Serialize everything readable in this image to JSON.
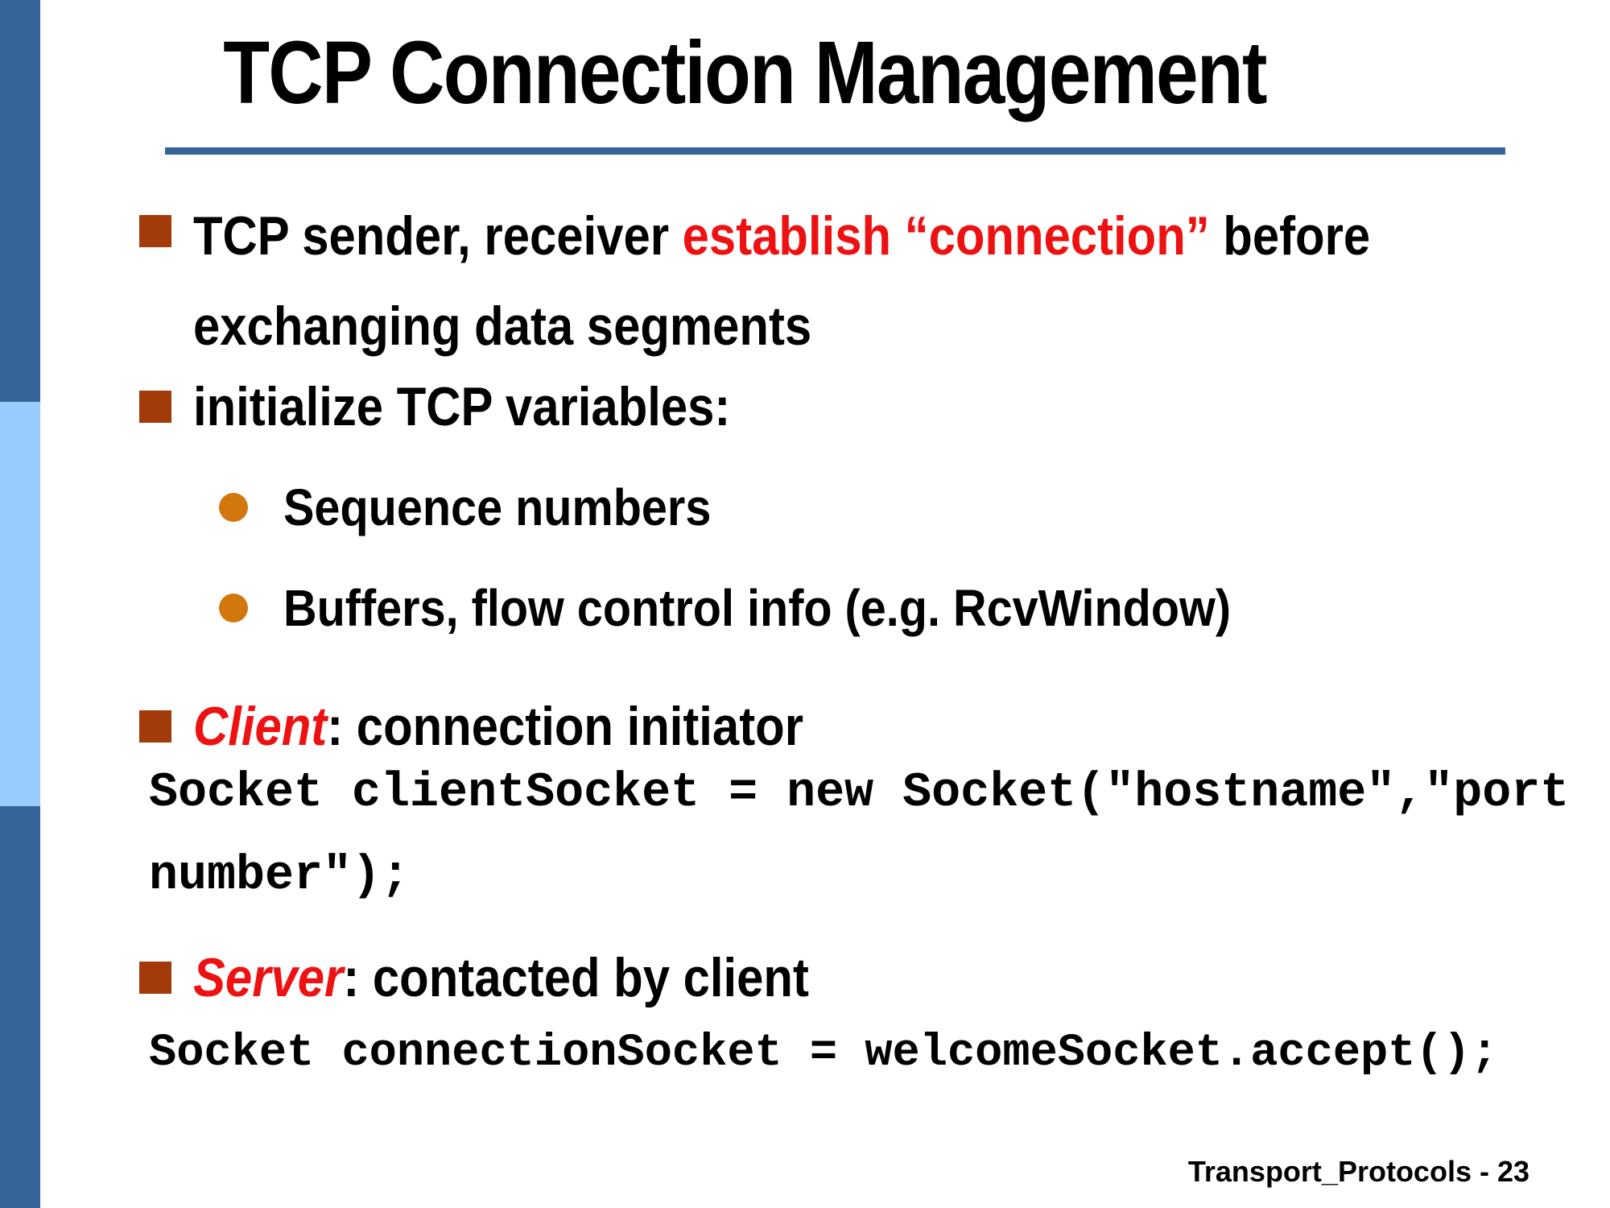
{
  "title": "TCP Connection Management",
  "bullets": {
    "b1": {
      "pre": "TCP sender, receiver ",
      "red": "establish “connection”",
      "post": " before",
      "line2": "exchanging data segments"
    },
    "b2": {
      "text": "initialize TCP variables:"
    },
    "sub1": {
      "text": "Sequence numbers"
    },
    "sub2": {
      "text": "Buffers, flow control info (e.g. RcvWindow)"
    },
    "b3": {
      "red": "Client",
      "rest": ": connection initiator"
    },
    "b4": {
      "red": "Server",
      "rest": ": contacted by client"
    }
  },
  "code": {
    "client_line1": "Socket clientSocket = new Socket(\"hostname\",\"port",
    "client_line2": "number\");",
    "server_line": "Socket connectionSocket = welcomeSocket.accept();"
  },
  "footer": {
    "text": "Transport_Protocols - 23",
    "page_number": "23"
  },
  "colors": {
    "sidebar_dark_blue": "#35639A",
    "sidebar_light_blue": "#99CBFC",
    "title_rule_blue": "#35639A",
    "bullet_square_rust": "#A23A0A",
    "bullet_circle_orange": "#D2770E",
    "emphasis_red": "#EE1111",
    "text_black": "#000000"
  }
}
